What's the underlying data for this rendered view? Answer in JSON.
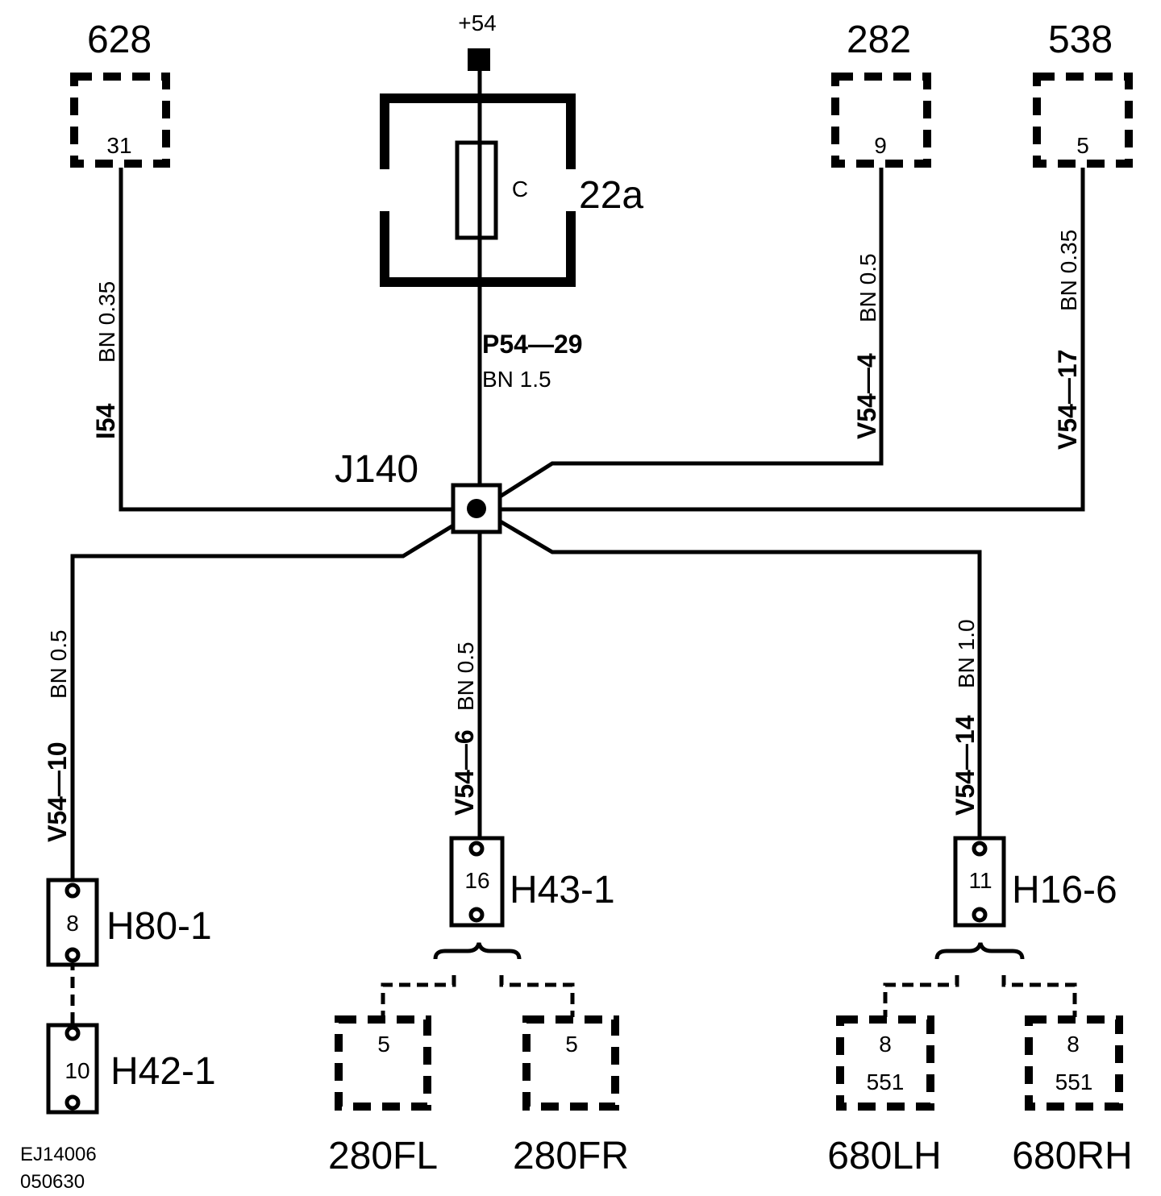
{
  "supply": {
    "label": "+54"
  },
  "fuse": {
    "ref": "22a",
    "letter": "C",
    "wire_id": "P54—29",
    "wire_spec": "BN  1.5"
  },
  "junction": {
    "label": "J140"
  },
  "components": {
    "c628": {
      "label": "628",
      "pin": "31",
      "wire_id": "I54",
      "wire_spec": "BN  0.35"
    },
    "c282": {
      "label": "282",
      "pin": "9",
      "wire_id": "V54—4",
      "wire_spec": "BN  0.5"
    },
    "c538": {
      "label": "538",
      "pin": "5",
      "wire_id": "V54—17",
      "wire_spec": "BN  0.35"
    },
    "c280fl": {
      "label": "280FL",
      "pin": "5"
    },
    "c280fr": {
      "label": "280FR",
      "pin": "5"
    },
    "c680lh": {
      "label": "680LH",
      "pin": "8",
      "sub": "551"
    },
    "c680rh": {
      "label": "680RH",
      "pin": "8",
      "sub": "551"
    }
  },
  "connectors": {
    "h80": {
      "label": "H80-1",
      "pin": "8",
      "wire_id": "V54—10",
      "wire_spec": "BN  0.5"
    },
    "h42": {
      "label": "H42-1",
      "pin": "10"
    },
    "h43": {
      "label": "H43-1",
      "pin": "16",
      "wire_id": "V54—6",
      "wire_spec": "BN  0.5"
    },
    "h16": {
      "label": "H16-6",
      "pin": "11",
      "wire_id": "V54—14",
      "wire_spec": "BN  1.0"
    }
  },
  "footer": {
    "code": "EJ14006",
    "date": "050630"
  }
}
